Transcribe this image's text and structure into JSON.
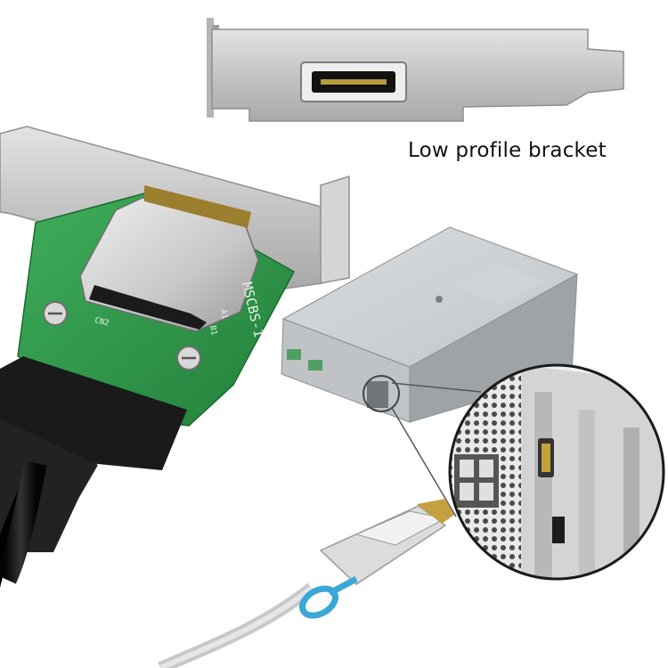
{
  "caption": "Low profile bracket",
  "board": {
    "model_label": "MSCBS-1",
    "connector_label": "CN2",
    "pad_labels": [
      "A1",
      "B1"
    ]
  },
  "colors": {
    "pcb_green": "#2f9a4a",
    "bracket_silver": "#c9c9c9",
    "cable_black": "#141414",
    "pull_tab_blue": "#3aa7d6",
    "server_gray": "#b8bcbf"
  },
  "icons": {
    "port": "sff8088-port-icon",
    "screw": "screw-icon"
  }
}
